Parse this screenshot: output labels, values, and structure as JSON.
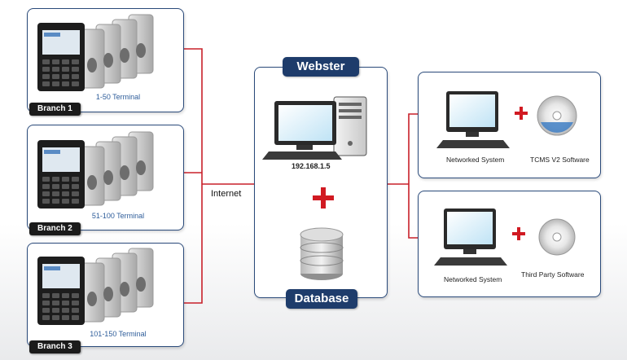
{
  "branches": [
    {
      "tag": "Branch 1",
      "terminal": "1-50 Terminal"
    },
    {
      "tag": "Branch 2",
      "terminal": "51-100  Terminal"
    },
    {
      "tag": "Branch 3",
      "terminal": "101-150 Terminal"
    }
  ],
  "internet_label": "Internet",
  "server": {
    "header": "Webster",
    "ip": "192.168.1.5",
    "database": "Database"
  },
  "clients": [
    {
      "system": "Networked System",
      "software": "TCMS V2 Software"
    },
    {
      "system": "Networked System",
      "software": "Third Party Software"
    }
  ],
  "colors": {
    "line": "#c8202a",
    "frame": "#2a4a7a",
    "header": "#1e3c6b",
    "plus": "#d11a22"
  }
}
